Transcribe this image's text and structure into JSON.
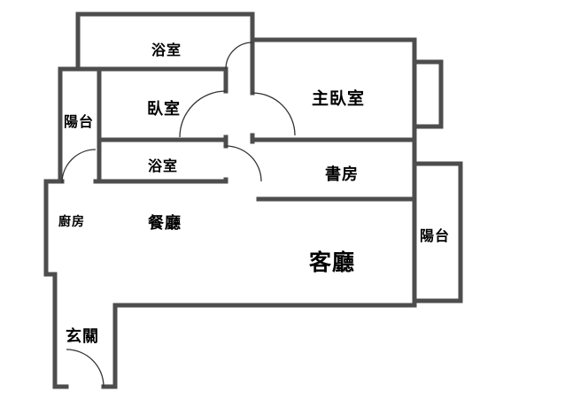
{
  "meta": {
    "type": "apartment-floor-plan"
  },
  "theme": {
    "wall_color": "#4d4d4d",
    "door_arc_color": "#333333",
    "background": "#ffffff",
    "text_color": "#000000"
  },
  "rooms": [
    {
      "id": "bathroom-top",
      "label": "浴室"
    },
    {
      "id": "bedroom",
      "label": "臥室"
    },
    {
      "id": "master-bedroom",
      "label": "主臥室"
    },
    {
      "id": "balcony-left",
      "label": "陽台"
    },
    {
      "id": "bathroom-mid",
      "label": "浴室"
    },
    {
      "id": "study",
      "label": "書房"
    },
    {
      "id": "kitchen",
      "label": "廚房"
    },
    {
      "id": "dining-room",
      "label": "餐廳"
    },
    {
      "id": "living-room",
      "label": "客廳"
    },
    {
      "id": "balcony-right",
      "label": "陽台"
    },
    {
      "id": "entryway",
      "label": "玄關"
    }
  ]
}
